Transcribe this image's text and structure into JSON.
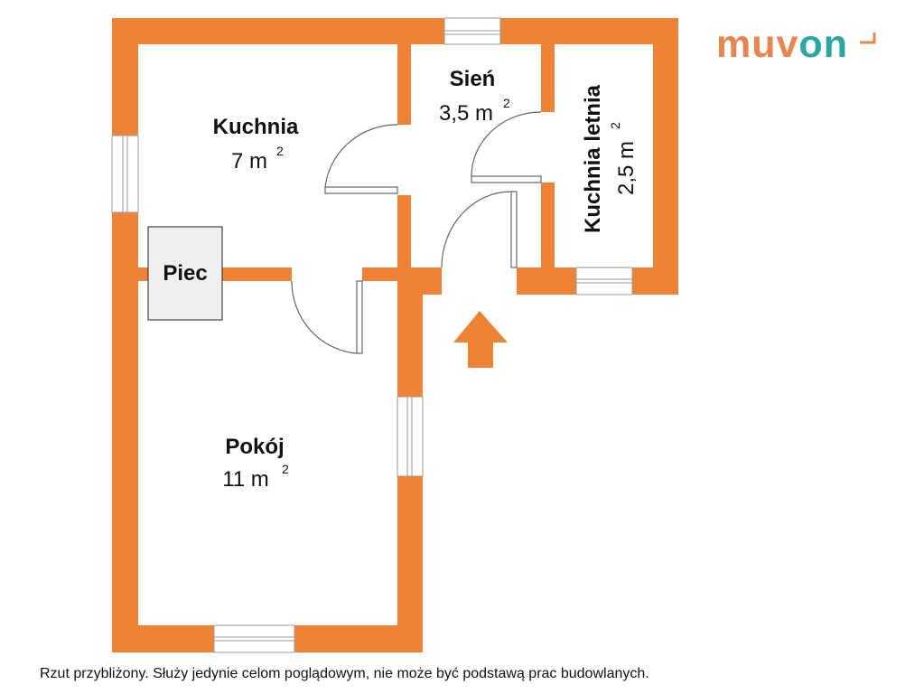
{
  "colors": {
    "wall": "#ee8336",
    "window_frame": "#9a9a9a",
    "door": "#666666",
    "stove": "#efefef",
    "logo_main": "#e8864f",
    "logo_accent": "#2aa6a4"
  },
  "brand": {
    "logo_part1": "muv",
    "logo_accent": "o",
    "logo_part2": "n"
  },
  "rooms": {
    "kuchnia": {
      "name": "Kuchnia",
      "area": "7 m",
      "sup": "2"
    },
    "sien": {
      "name": "Sień",
      "area": "3,5 m",
      "sup": "2"
    },
    "kuchnia_letnia": {
      "name": "Kuchnia letnia",
      "area": "2,5 m",
      "sup": "2"
    },
    "pokoj": {
      "name": "Pokój",
      "area": "11 m",
      "sup": "2"
    },
    "piec": {
      "name": "Piec"
    }
  },
  "disclaimer": "Rzut przybliżony. Służy jedynie celom poglądowym, nie może być podstawą prac budowlanych."
}
